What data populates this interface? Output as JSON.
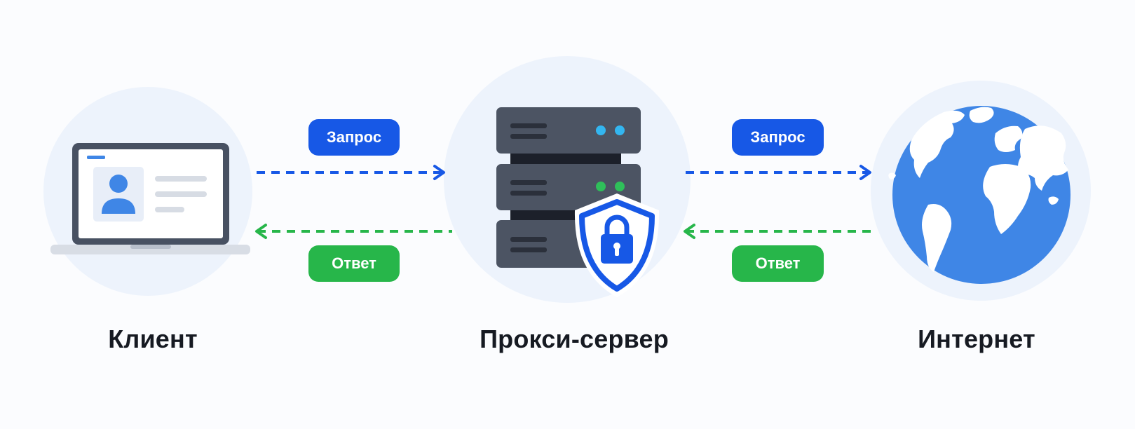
{
  "nodes": {
    "client": {
      "label": "Клиент"
    },
    "proxy": {
      "label": "Прокси-сервер"
    },
    "internet": {
      "label": "Интернет"
    }
  },
  "flows": {
    "left": {
      "request": "Запрос",
      "response": "Ответ"
    },
    "right": {
      "request": "Запрос",
      "response": "Ответ"
    }
  },
  "colors": {
    "request": "#1758e6",
    "response": "#27b64a",
    "node_bg": "#edf3fc",
    "server": "#4c5463",
    "globe": "#3f86e6"
  },
  "icons": {
    "client": "laptop-icon",
    "proxy": "server-rack-icon",
    "security": "shield-lock-icon",
    "internet": "globe-icon"
  }
}
